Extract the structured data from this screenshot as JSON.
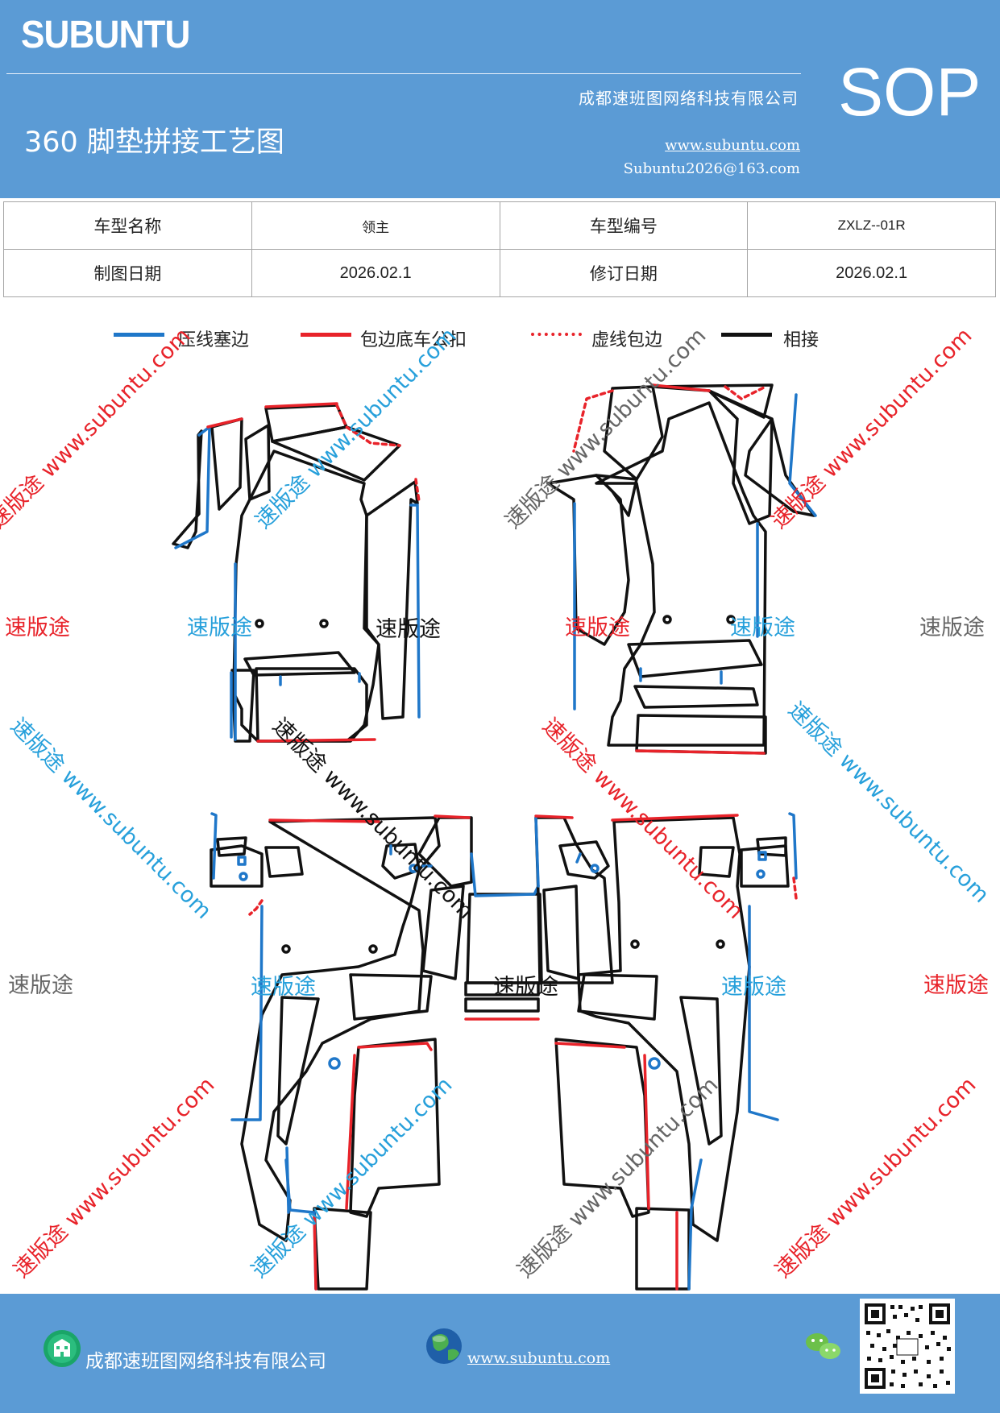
{
  "header": {
    "brand": "SUBUNTU",
    "company": "成都速班图网络科技有限公司",
    "title": "360 脚垫拼接工艺图",
    "website": "www.subuntu.com",
    "email": "Subuntu2026@163.com",
    "badge": "SOP"
  },
  "info_table": {
    "row1": {
      "label1": "车型名称",
      "value1": "领主",
      "label2": "车型编号",
      "value2": "ZXLZ--01R"
    },
    "row2": {
      "label1": "制图日期",
      "value1": "2026.02.1",
      "label2": "修订日期",
      "value2": "2026.02.1"
    }
  },
  "legend": [
    {
      "label": "压线塞边",
      "color": "#1f77c9",
      "style": "solid"
    },
    {
      "label": "包边底车公扣",
      "color": "#e8232a",
      "style": "solid"
    },
    {
      "label": "虚线包边",
      "color": "#e8232a",
      "style": "dotted"
    },
    {
      "label": "相接",
      "color": "#111111",
      "style": "solid"
    }
  ],
  "watermark": {
    "url": "www.subuntu.com",
    "cn": "速版途",
    "url_vertical": "速版途 www.subuntu.com",
    "colors": {
      "red": "#e8232a",
      "blue": "#27a0db",
      "gray": "#666666"
    }
  },
  "footer": {
    "company": "成都速班图网络科技有限公司",
    "website": "www.subuntu.com"
  },
  "colors": {
    "header_bg": "#5b9bd5",
    "blue": "#1f77c9",
    "red": "#e8232a",
    "black": "#111111"
  }
}
